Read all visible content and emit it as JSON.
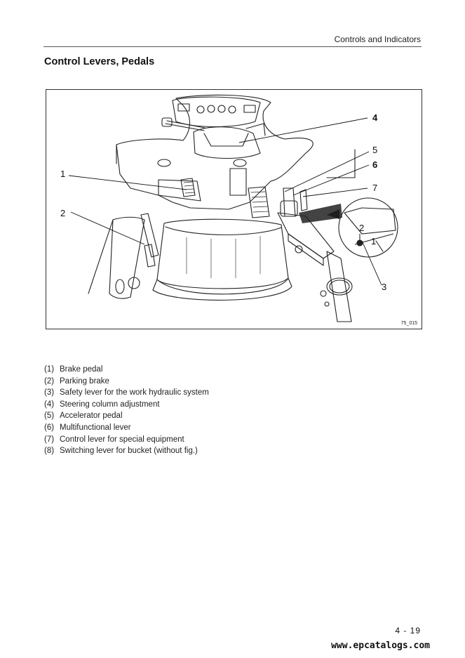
{
  "header": {
    "section": "Controls and Indicators"
  },
  "title": "Control Levers, Pedals",
  "figure": {
    "id": "75_015",
    "callouts": {
      "c1": "1",
      "c2": "2",
      "c3": "3",
      "c4": "4",
      "c5": "5",
      "c6": "6",
      "c7": "7",
      "inset_2": "2",
      "inset_1": "1"
    }
  },
  "legend": [
    {
      "num": "(1)",
      "text": "Brake pedal"
    },
    {
      "num": "(2)",
      "text": "Parking brake"
    },
    {
      "num": "(3)",
      "text": "Safety lever for the work hydraulic system"
    },
    {
      "num": "(4)",
      "text": "Steering column adjustment"
    },
    {
      "num": "(5)",
      "text": "Accelerator pedal"
    },
    {
      "num": "(6)",
      "text": "Multifunctional lever"
    },
    {
      "num": "(7)",
      "text": "Control lever for special equipment"
    },
    {
      "num": "(8)",
      "text": "Switching lever for bucket (without fig.)"
    }
  ],
  "footer": {
    "page_number": "4 - 19",
    "watermark": "www.epcatalogs.com"
  }
}
